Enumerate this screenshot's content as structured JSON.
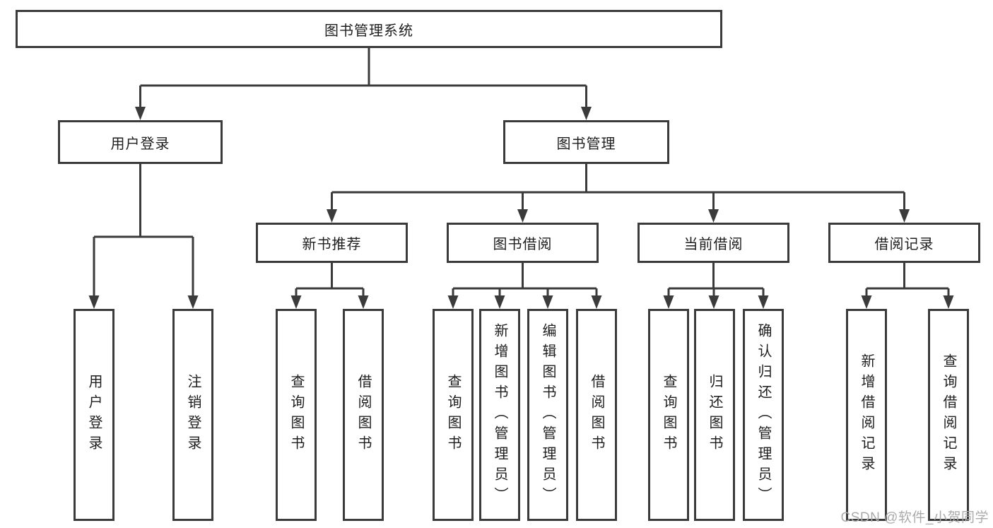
{
  "watermark": "CSDN @软件_小贺同学",
  "colors": {
    "line": "#3b3b3b",
    "box_border": "#3b3b3b",
    "text": "#1e1e1e",
    "watermark": "#ababab",
    "background": "#ffffff"
  },
  "tree": {
    "root": {
      "label": "图书管理系统",
      "children": [
        {
          "label": "用户登录",
          "children": [
            {
              "label": "用户登录"
            },
            {
              "label": "注销登录"
            }
          ]
        },
        {
          "label": "图书管理",
          "children": [
            {
              "label": "新书推荐",
              "children": [
                {
                  "label": "查询图书"
                },
                {
                  "label": "借阅图书"
                }
              ]
            },
            {
              "label": "图书借阅",
              "children": [
                {
                  "label": "查询图书"
                },
                {
                  "label": "新增图书（管理员）"
                },
                {
                  "label": "编辑图书（管理员）"
                },
                {
                  "label": "借阅图书"
                }
              ]
            },
            {
              "label": "当前借阅",
              "children": [
                {
                  "label": "查询图书"
                },
                {
                  "label": "归还图书"
                },
                {
                  "label": "确认归还（管理员）"
                }
              ]
            },
            {
              "label": "借阅记录",
              "children": [
                {
                  "label": "新增借阅记录"
                },
                {
                  "label": "查询借阅记录"
                }
              ]
            }
          ]
        }
      ]
    }
  }
}
